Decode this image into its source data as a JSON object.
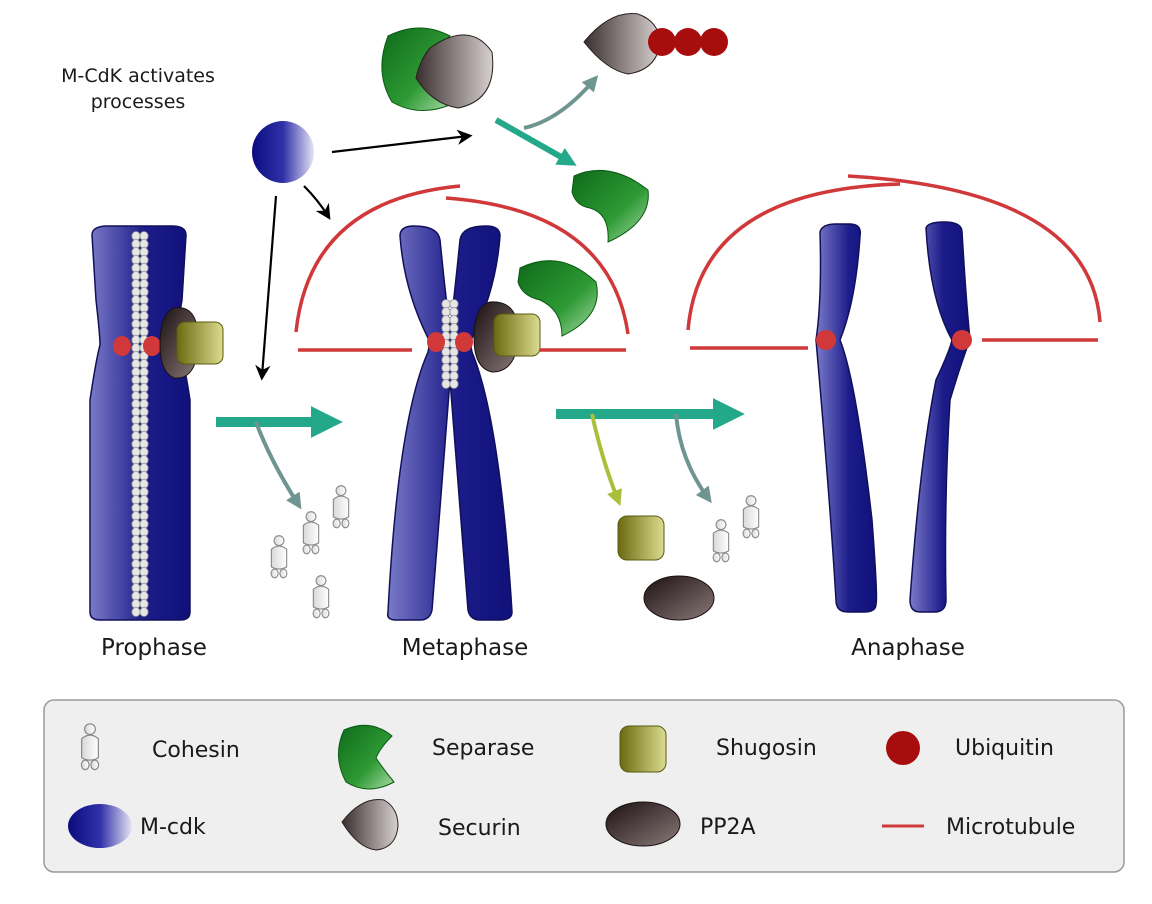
{
  "note": {
    "line1": "M-CdK activates",
    "line2": "processes"
  },
  "stages": {
    "prophase": "Prophase",
    "metaphase": "Metaphase",
    "anaphase": "Anaphase"
  },
  "legend": {
    "cohesin": "Cohesin",
    "separase": "Separase",
    "shugosin": "Shugosin",
    "ubiquitin": "Ubiquitin",
    "mcdk": "M-cdk",
    "securin": "Securin",
    "pp2a": "PP2A",
    "microtubule": "Microtubule"
  },
  "colors": {
    "chromosome": "#1c1c8a",
    "microtubule": "#d0383a",
    "flow_arrow": "#23a88a",
    "release_arrow": "#6f9590",
    "shugosin_arrow": "#a9c03a",
    "ubiquitin": "#a80d0d",
    "separase": "#1f8a2a",
    "shugosin": "#8a8a20",
    "pp2a": "#3a2a2a",
    "securin": "#5a4a4a"
  }
}
